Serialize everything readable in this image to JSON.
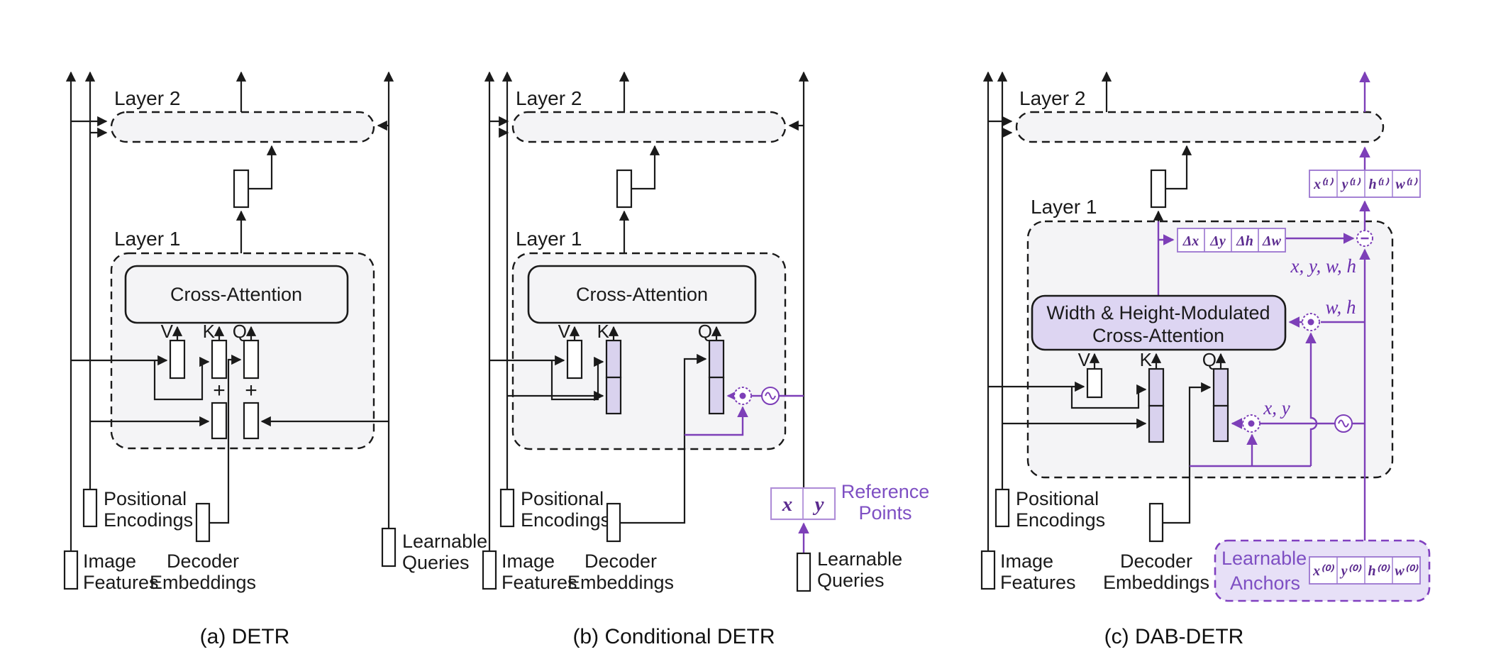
{
  "figure": {
    "captions": {
      "a": "(a) DETR",
      "b": "(b) Conditional DETR",
      "c": "(c) DAB-DETR"
    }
  },
  "common": {
    "layer2_label": "Layer 2",
    "layer1_label": "Layer 1",
    "cross_attention_label": "Cross-Attention",
    "v_label": "V",
    "k_label": "K",
    "q_label": "Q",
    "plus_label": "+",
    "positional_label": "Positional",
    "encodings_label": "Encodings",
    "image_label": "Image",
    "features_label": "Features",
    "decoder_label": "Decoder",
    "embeddings_label": "Embeddings",
    "learnable_label": "Learnable",
    "queries_label": "Queries"
  },
  "panel_b": {
    "reference_label": "Reference",
    "points_label": "Points",
    "ref_x": "x",
    "ref_y": "y"
  },
  "panel_c": {
    "module_label_line1": "Width & Height-Modulated",
    "module_label_line2": "Cross-Attention",
    "anchors_label": "Anchors",
    "delta_cells": [
      "Δx",
      "Δy",
      "Δh",
      "Δw"
    ],
    "updated_anchor_cells": [
      "x⁽¹⁾",
      "y⁽¹⁾",
      "h⁽¹⁾",
      "w⁽¹⁾"
    ],
    "initial_anchor_cells": [
      "x⁽⁰⁾",
      "y⁽⁰⁾",
      "h⁽⁰⁾",
      "w⁽⁰⁾"
    ],
    "xywh_label": "x, y, w, h",
    "wh_label": "w, h",
    "xy_label": "x, y"
  },
  "icons": {
    "sine_icon": "positional-encoding-sine-icon",
    "dot_icon": "modulation-dot-product-icon",
    "minus_icon": "anchor-update-minus-icon"
  },
  "colors": {
    "black": "#1a1a1a",
    "purple_line": "#7d3fb8",
    "purple_math": "#5b2b8f",
    "purple_label": "#7e4fc3",
    "layer_fill": "#f4f4f6",
    "module_fill": "#ddd5f2",
    "projection_fill": "#d9d2ee",
    "anchor_fill": "#e7e0f7"
  }
}
